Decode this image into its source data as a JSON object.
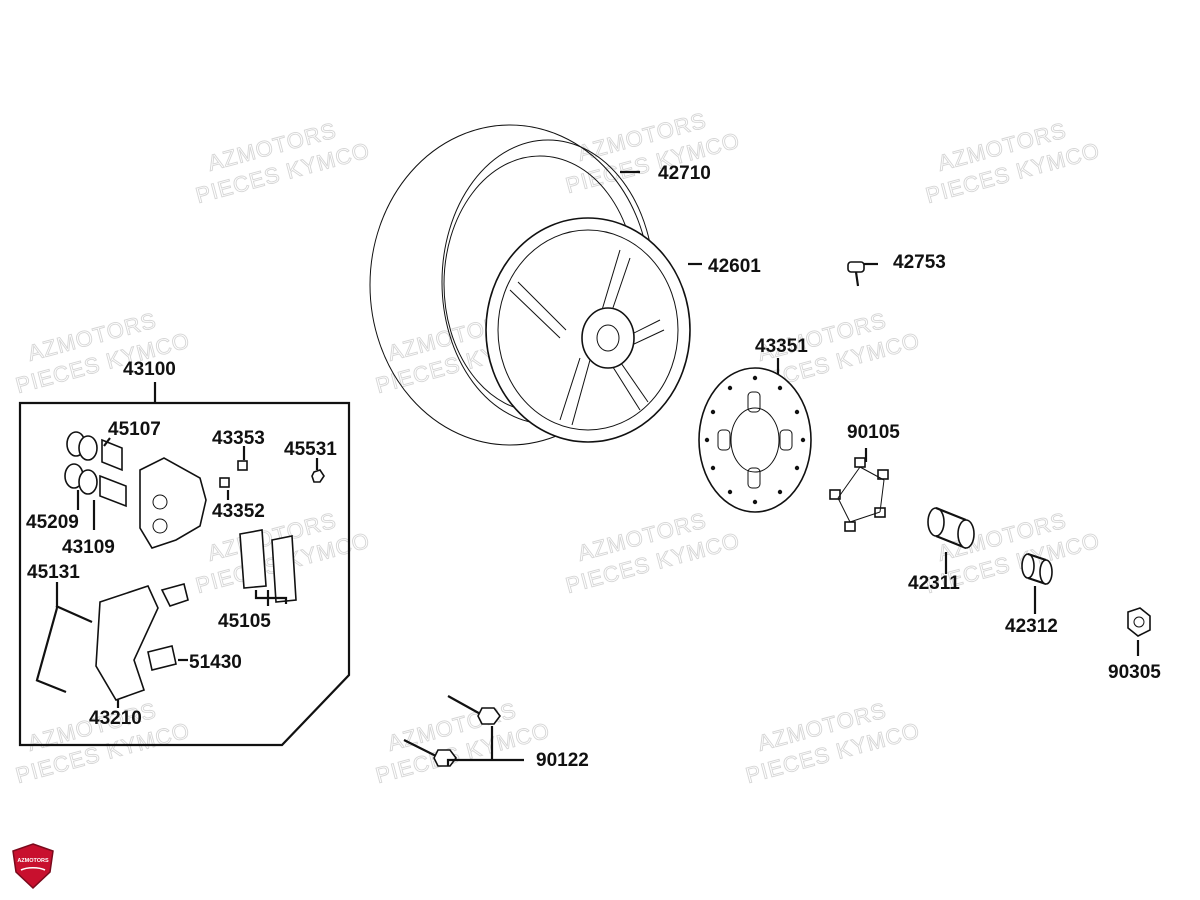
{
  "watermark": {
    "line1": "AZMOTORS",
    "line2": "PIECES KYMCO"
  },
  "logo": {
    "text": "AZMOTORS",
    "color": "#c8102e"
  },
  "parts": {
    "tire": "42710",
    "rim": "42601",
    "valve": "42753",
    "disc": "43351",
    "disc_bolts": "90105",
    "collar": "42311",
    "collar_small": "42312",
    "axle_nut": "90305",
    "axle_bolts": "90122",
    "caliper_assy": "43100",
    "piston_small": "45107",
    "seal_set": "45209",
    "piston_large": "43109",
    "bleeder_cap": "43353",
    "bleeder_screw": "43352",
    "nut": "45531",
    "pads": "45105",
    "pin_bolt": "45131",
    "pad_spring": "51430",
    "bracket": "43210"
  }
}
